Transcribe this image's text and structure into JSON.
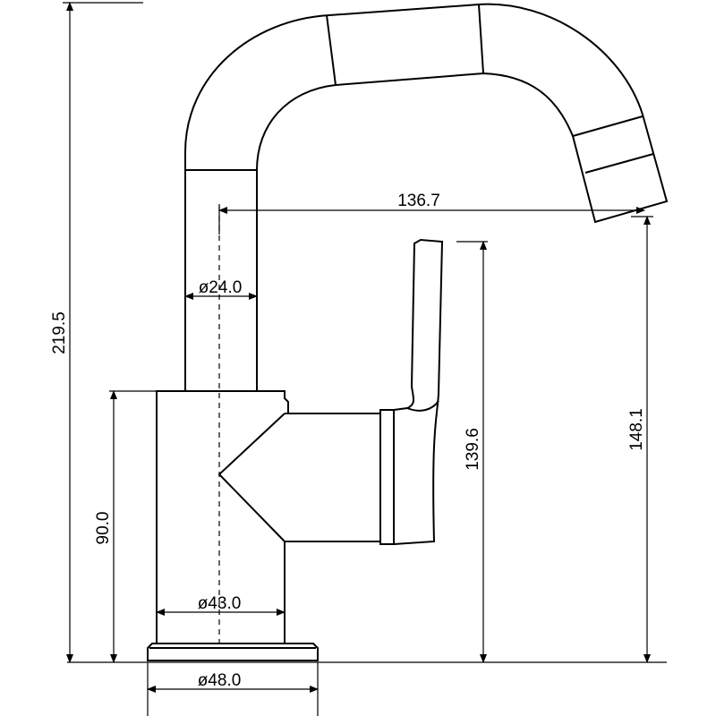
{
  "dimensions": {
    "total_height": "219.5",
    "spout_reach": "136.7",
    "spout_diameter": "ø24.0",
    "body_height": "90.0",
    "body_diameter": "ø43.0",
    "base_diameter": "ø48.0",
    "handle_height": "139.6",
    "spout_outlet_height": "148.1"
  }
}
